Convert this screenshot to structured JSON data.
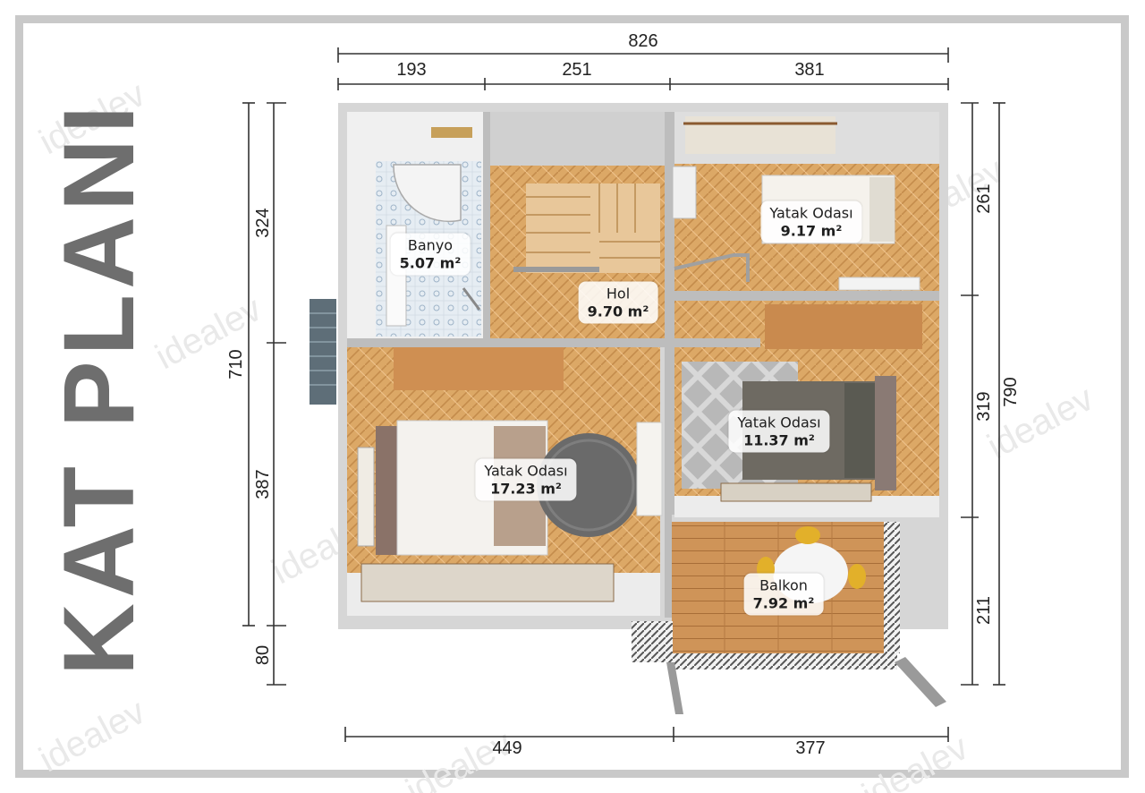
{
  "title": "KAT PLANI",
  "watermark": "idealev",
  "dimensions": {
    "top_total": "826",
    "top_segments": [
      "193",
      "251",
      "381"
    ],
    "left_segments": [
      "324",
      "387",
      "80"
    ],
    "left_total": "710",
    "right_segments": [
      "261",
      "319",
      "211"
    ],
    "right_total": "790",
    "bottom_segments": [
      "449",
      "377"
    ]
  },
  "rooms": [
    {
      "name": "Banyo",
      "area": "5.07 m²"
    },
    {
      "name": "Hol",
      "area": "9.70 m²"
    },
    {
      "name": "Yatak Odası",
      "area": "9.17 m²"
    },
    {
      "name": "Yatak Odası",
      "area": "11.37 m²"
    },
    {
      "name": "Yatak Odası",
      "area": "17.23 m²"
    },
    {
      "name": "Balkon",
      "area": "7.92 m²"
    }
  ],
  "colors": {
    "frame": "#c9c9c9",
    "title": "#6e6e6e",
    "wall": "#d6d6d6",
    "parquet": "#dca866",
    "balcony_deck": "#c98a4e",
    "tile": "#e3eaf0"
  }
}
